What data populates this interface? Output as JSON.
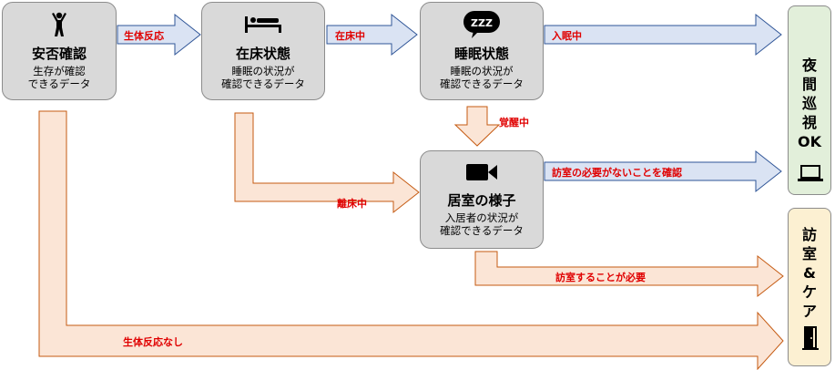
{
  "nodes": {
    "safety": {
      "icon": "person-standing-icon",
      "title": "安否確認",
      "desc_lines": [
        "生存が確認",
        "できるデータ"
      ]
    },
    "in_bed": {
      "icon": "person-in-bed-icon",
      "title": "在床状態",
      "desc_lines": [
        "睡眠の状況が",
        "確認できるデータ"
      ]
    },
    "sleep": {
      "icon": "sleep-bubble-icon",
      "icon_text": "ZZZ",
      "title": "睡眠状態",
      "desc_lines": [
        "睡眠の状況が",
        "確認できるデータ"
      ]
    },
    "room": {
      "icon": "video-camera-icon",
      "title": "居室の様子",
      "desc_lines": [
        "入居者の状況が",
        "確認できるデータ"
      ]
    }
  },
  "arrows": {
    "vital_response": "生体反応",
    "in_bed": "在床中",
    "asleep": "入眠中",
    "awake": "覚醒中",
    "out_of_bed": "離床中",
    "no_visit_needed": "訪室の必要がないことを確認",
    "visit_needed": "訪室することが必要",
    "no_vital_response": "生体反応なし"
  },
  "outcomes": {
    "night_patrol": {
      "lines": [
        "夜",
        "間",
        "巡",
        "視",
        "OK"
      ],
      "icon": "laptop-icon",
      "color": "#e2efda"
    },
    "visit_care": {
      "lines": [
        "訪",
        "室",
        "&",
        "ケ",
        "ア"
      ],
      "icon": "door-icon",
      "color": "#fcf0d2"
    }
  },
  "colors": {
    "blue_arrow_fill": "#dae3f3",
    "blue_arrow_stroke": "#2f5597",
    "orange_arrow_fill": "#fbe5d6",
    "orange_arrow_stroke": "#c55a11",
    "label_red": "#e00000",
    "node_gray": "#d9d9d9"
  }
}
